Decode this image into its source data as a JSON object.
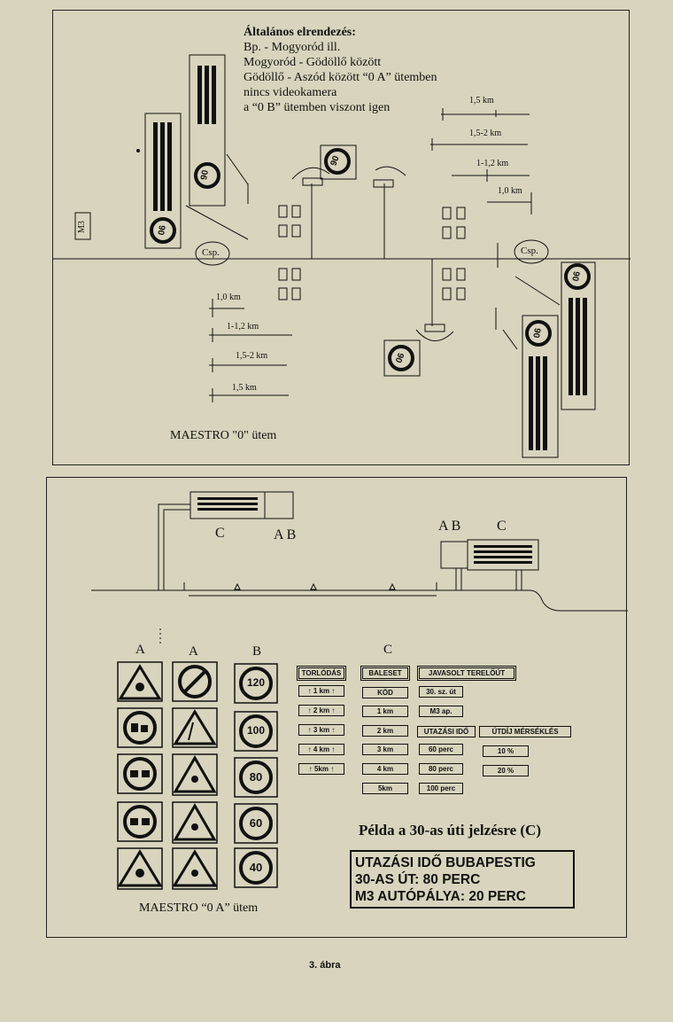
{
  "top": {
    "note": [
      "Általános elrendezés:",
      "Bp. - Mogyoród ill.",
      "Mogyoród - Gödöllő között",
      "Gödöllő - Aszód között “0 A” ütemben",
      " nincs videokamera",
      "a “0 B” ütemben viszont igen"
    ],
    "road_label": "M3",
    "csp_left": "Csp.",
    "csp_right": "Csp.",
    "speed": "90",
    "right_distances": [
      "1,5 km",
      "1,5-2 km",
      "1-1,2 km",
      "1,0 km"
    ],
    "left_distances": [
      "1,0 km",
      "1-1,2 km",
      "1,5-2 km",
      "1,5 km"
    ],
    "caption": "MAESTRO \"0\" ütem"
  },
  "bottom": {
    "gantry_left_labels": {
      "c": "C",
      "ab": "A B"
    },
    "gantry_right_labels": {
      "ab": "A B",
      "c": "C"
    },
    "col_headers": {
      "a1": "A",
      "a2": "A",
      "b": "B",
      "c": "C"
    },
    "speed_signs": [
      "120",
      "100",
      "80",
      "60",
      "40"
    ],
    "torlodas": {
      "title": "TORLÓDÁS",
      "items": [
        "1 km",
        "2 km",
        "3 km",
        "4 km",
        "5km"
      ]
    },
    "baleset": {
      "title": "BALESET",
      "items": [
        "KÖD",
        "1 km",
        "2 km",
        "3 km",
        "4 km",
        "5km"
      ]
    },
    "javasolt": {
      "title": "JAVASOLT TERELŐÚT",
      "items": [
        "30. sz. út",
        "M3 ap."
      ]
    },
    "utazasi": {
      "title": "UTAZÁSI IDŐ",
      "items": [
        "60 perc",
        "80 perc",
        "100 perc"
      ]
    },
    "utdij": {
      "title": "ÚTDÍJ MÉRSÉKLÉS",
      "items": [
        "10 %",
        "20 %"
      ]
    },
    "example_title": "Példa a 30-as úti jelzésre (C)",
    "example_lines": [
      "UTAZÁSI IDŐ BUBAPESTIG",
      "30-AS ÚT: 80 PERC",
      "M3 AUTÓPÁLYA: 20 PERC"
    ],
    "caption": "MAESTRO “0 A” ütem"
  },
  "figure_label": "3. ábra"
}
